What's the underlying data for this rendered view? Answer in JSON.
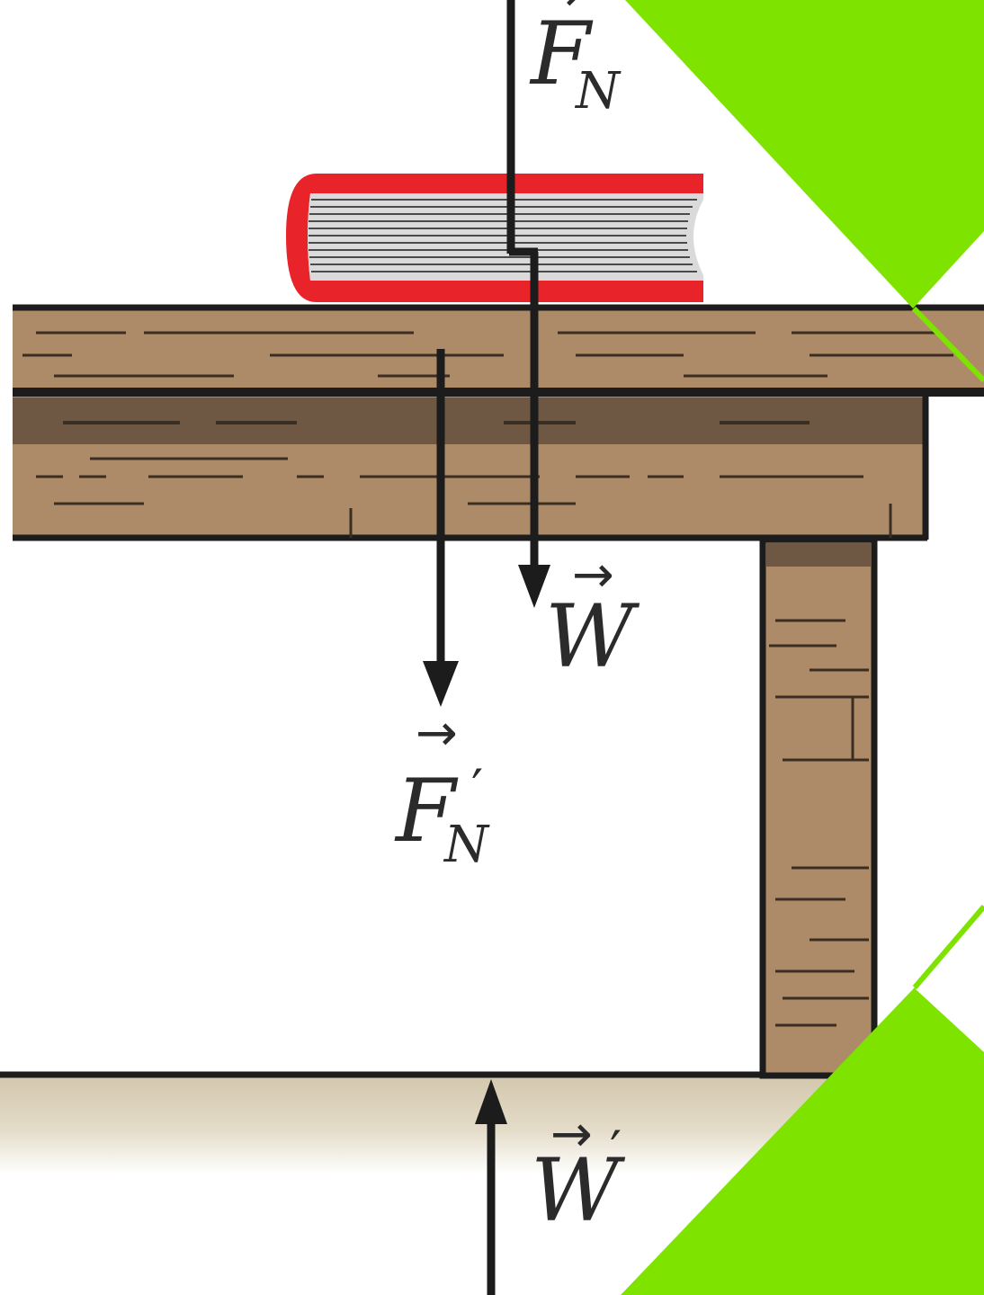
{
  "diagram": {
    "colors": {
      "accent": "#7fe300",
      "book_cover": "#e8232a",
      "wood_light": "#ad8b68",
      "wood_dark": "#6e5844",
      "floor": "#d3c7ad",
      "arrow": "#1c1c1c"
    },
    "labels": {
      "fn": {
        "symbol": "F",
        "subscript": "N",
        "vector_mark": "→",
        "prime": ""
      },
      "w": {
        "symbol": "W",
        "vector_mark": "→",
        "prime": ""
      },
      "fn_prime": {
        "symbol": "F",
        "subscript": "N",
        "vector_mark": "→",
        "prime": "′"
      },
      "w_prime": {
        "symbol": "W",
        "vector_mark": "→",
        "prime": "′"
      }
    }
  }
}
